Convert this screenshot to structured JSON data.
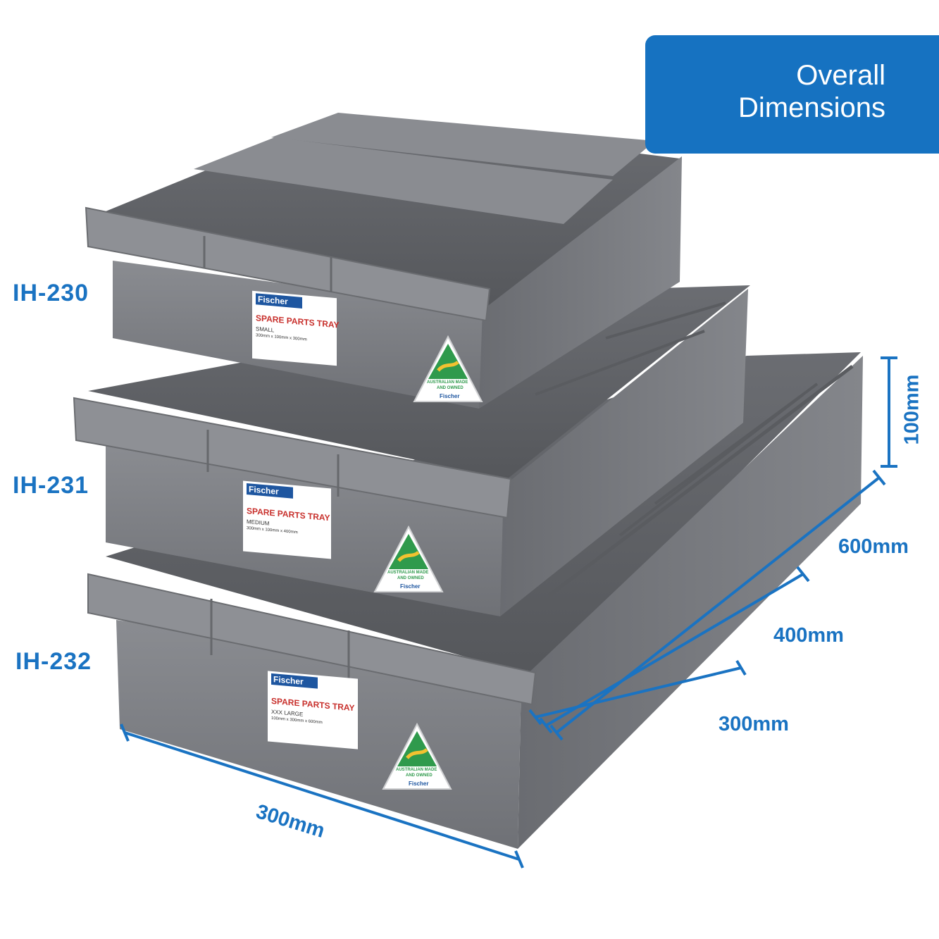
{
  "header": {
    "line1": "Overall",
    "line2": "Dimensions"
  },
  "trays": [
    {
      "code": "IH-230",
      "sticker_title": "SPARE PARTS TRAY",
      "sticker_size": "SMALL",
      "sticker_dims": "300mm x 100mm x 300mm"
    },
    {
      "code": "IH-231",
      "sticker_title": "SPARE PARTS TRAY",
      "sticker_size": "MEDIUM",
      "sticker_dims": "300mm x 100mm x 400mm"
    },
    {
      "code": "IH-232",
      "sticker_title": "SPARE PARTS TRAY",
      "sticker_size": "XXX LARGE",
      "sticker_dims": "100mm x 300mm x 600mm"
    }
  ],
  "brand": "Fischer",
  "badge": {
    "line1": "AUSTRALIAN MADE",
    "line2": "AND OWNED"
  },
  "dimensions": {
    "height": "100mm",
    "depth_large": "600mm",
    "depth_medium": "400mm",
    "depth_small": "300mm",
    "width": "300mm"
  },
  "colors": {
    "accent": "#1672c1",
    "tray": "#7d7f84",
    "tray_dark": "#5d5f63",
    "badge_green": "#2f9a4c"
  }
}
